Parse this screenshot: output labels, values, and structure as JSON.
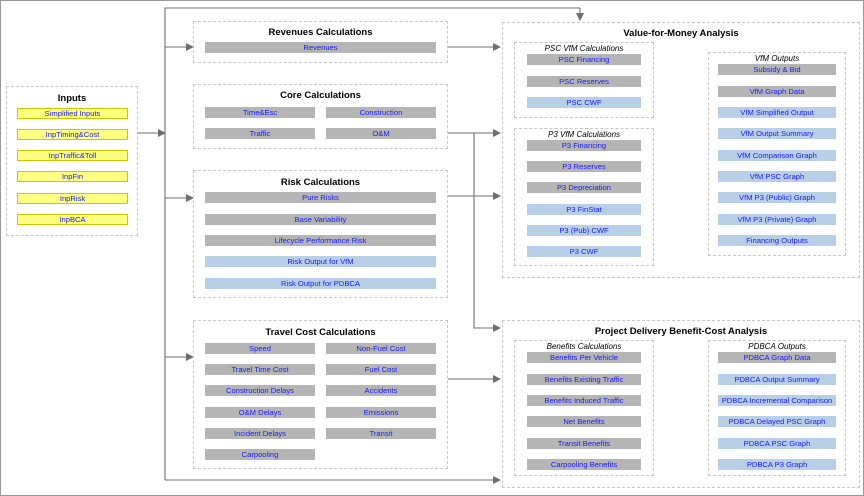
{
  "inputs": {
    "title": "Inputs",
    "items": [
      "Simplified Inputs",
      "InpTiming&Cost",
      "InpTraffic&Toll",
      "InpFin",
      "InpRisk",
      "InpBCA"
    ]
  },
  "revenues": {
    "title": "Revenues Calculations",
    "items": [
      "Revenues"
    ]
  },
  "core": {
    "title": "Core Calculations",
    "items": [
      "Time&Esc",
      "Construction",
      "Traffic",
      "O&M"
    ]
  },
  "risk": {
    "title": "Risk Calculations",
    "items": [
      "Pure Risks",
      "Base Variability",
      "Lifecycle Performance Risk",
      "Risk Output for VfM",
      "Risk Output for PDBCA"
    ]
  },
  "travel": {
    "title": "Travel Cost Calculations",
    "left": [
      "Speed",
      "Travel Time Cost",
      "Construction Delays",
      "O&M Delays",
      "Incident Delays",
      "Carpooling"
    ],
    "right": [
      "Non-Fuel Cost",
      "Fuel Cost",
      "Accidents",
      "Emissions",
      "Transit"
    ]
  },
  "vfm": {
    "title": "Value-for-Money Analysis",
    "psc_title": "PSC VfM Calculations",
    "psc_items": [
      "PSC Financing",
      "PSC Reserves",
      "PSC CWF"
    ],
    "p3_title": "P3 VfM Calculations",
    "p3_items": [
      "P3 Financing",
      "P3 Reserves",
      "P3 Depreciation",
      "P3 FinStat",
      "P3 (Pub) CWF",
      "P3 CWF"
    ],
    "out_title": "VfM Outputs",
    "out_items": [
      "Subsidy & Bid",
      "VfM Graph Data",
      "VfM Simplified Output",
      "VfM Output Summary",
      "VfM Comparison Graph",
      "VfM PSC Graph",
      "VfM P3 (Public) Graph",
      "VfM P3 (Private) Graph",
      "Financing Outputs"
    ]
  },
  "pdbca": {
    "title": "Project Delivery Benefit-Cost Analysis",
    "ben_title": "Benefits Calculations",
    "ben_items": [
      "Benefits Per Vehicle",
      "Benefits Existing Traffic",
      "Benefits Induced Traffic",
      "Net Benefits",
      "Transit Benefits",
      "Carpooling Benefits"
    ],
    "out_title": "PDBCA Outputs",
    "out_items": [
      "PDBCA Graph Data",
      "PDBCA Output Summary",
      "PDBCA Incremental Comparison",
      "PDBCA Delayed PSC Graph",
      "PDBCA PSC Graph",
      "PDBCA P3 Graph"
    ]
  },
  "colors": {
    "gray_box": "#b5b5b5",
    "blue_box": "#b8cfe8",
    "input_box": "#ffff80",
    "link_text": "#1a1aff",
    "arrow": "#6e6e6e"
  }
}
